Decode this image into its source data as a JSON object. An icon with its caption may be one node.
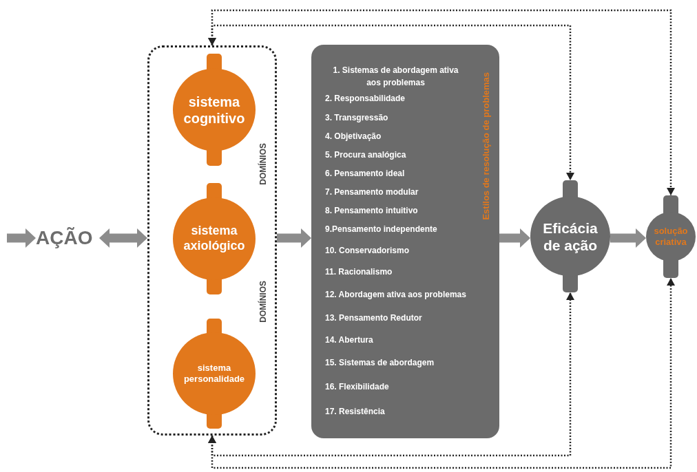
{
  "diagram": {
    "nodes": [
      {
        "text": [
          "AÇÃO"
        ]
      },
      {
        "text": [
          "DOMÍNIOS",
          "DOMÍNIOS"
        ]
      },
      {
        "text": [
          "sistema cognitivo"
        ],
        "in": 1
      },
      {
        "text": [
          "sistema axiológico"
        ],
        "in": 1
      },
      {
        "text": [
          "sistema personalidade"
        ],
        "in": 1
      },
      {
        "text": [
          "Estilos de resolução de problemas",
          "1. Sistemas de abordagem ativa aos problemas",
          "2. Responsabilidade",
          "3. Transgressão",
          "4. Objetivação",
          "5. Procura analógica",
          "6. Pensamento ideal",
          "7. Pensamento modular",
          "8. Pensamento intuitivo",
          "9.Pensamento independente",
          "10. Conservadorismo",
          "11. Racionalismo",
          "12. Abordagem ativa aos problemas",
          "13. Pensamento Redutor",
          "14. Abertura",
          "15. Sistemas de abordagem",
          "16. Flexibilidade",
          "17. Resistência"
        ]
      },
      {
        "text": [
          "Eficácia de ação"
        ]
      },
      {
        "text": [
          "solução criativa"
        ]
      }
    ],
    "edges": [
      {
        "from": null,
        "to": 0,
        "arrow": "to"
      },
      {
        "from": 0,
        "to": 1,
        "arrow": "both"
      },
      {
        "from": 1,
        "to": 5,
        "arrow": "to"
      },
      {
        "from": 5,
        "to": 6,
        "arrow": "to"
      },
      {
        "from": 6,
        "to": 7,
        "arrow": "to"
      },
      {
        "from": 1,
        "to": 6,
        "arrow": "both",
        "style": "dashed",
        "color": "#222222"
      },
      {
        "from": 1,
        "to": 7,
        "arrow": "both",
        "style": "dashed",
        "color": "#222222"
      },
      {
        "from": 1,
        "to": 6,
        "arrow": "both",
        "style": "dashed",
        "color": "#222222"
      },
      {
        "from": 1,
        "to": 7,
        "arrow": "both",
        "style": "dashed",
        "color": "#222222"
      }
    ]
  }
}
